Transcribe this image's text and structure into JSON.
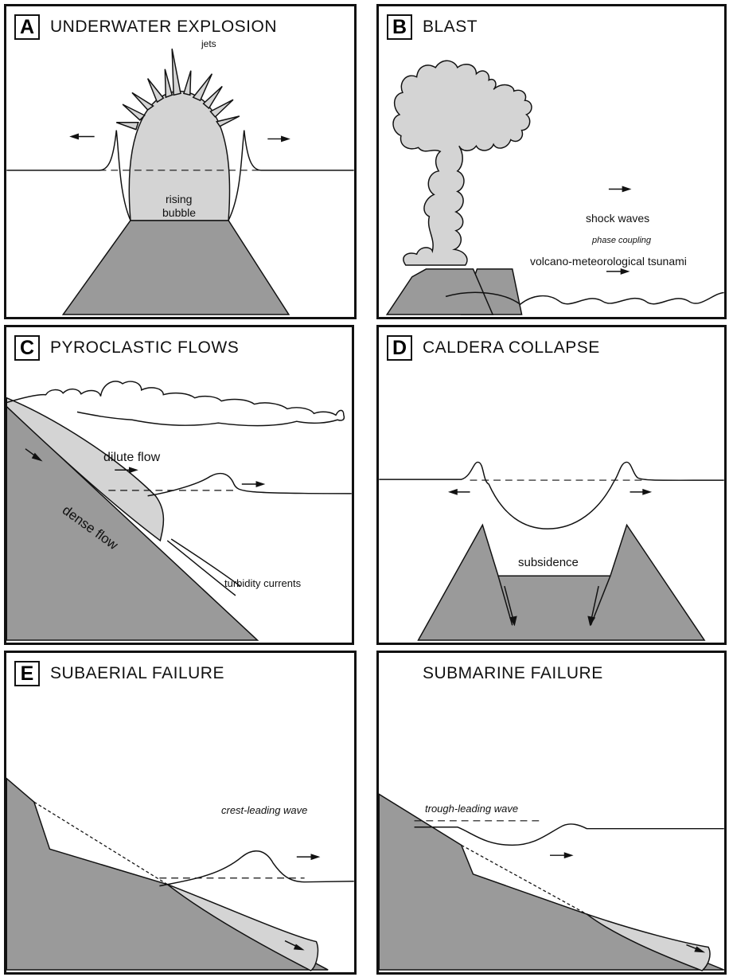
{
  "panels": {
    "a": {
      "letter": "A",
      "title": "UNDERWATER EXPLOSION",
      "labels": {
        "jets": "jets",
        "rising_bubble_1": "rising",
        "rising_bubble_2": "bubble"
      }
    },
    "b": {
      "letter": "B",
      "title": "BLAST",
      "labels": {
        "shock_waves": "shock waves",
        "phase_coupling": "phase coupling",
        "tsunami": "volcano-meteorological tsunami"
      }
    },
    "c": {
      "letter": "C",
      "title": "PYROCLASTIC FLOWS",
      "labels": {
        "dilute_flow": "dilute flow",
        "dense_flow": "dense flow",
        "turbidity": "turbidity currents"
      }
    },
    "d": {
      "letter": "D",
      "title": "CALDERA COLLAPSE",
      "labels": {
        "subsidence": "subsidence"
      }
    },
    "e": {
      "letter": "E",
      "title": "SUBAERIAL FAILURE",
      "labels": {
        "crest_wave": "crest-leading wave"
      }
    },
    "f": {
      "letter": "",
      "title": "SUBMARINE FAILURE",
      "labels": {
        "trough_wave": "trough-leading wave"
      }
    }
  },
  "colors": {
    "rock": "#9a9a9a",
    "light_fill": "#d4d4d4",
    "line": "#111111"
  }
}
